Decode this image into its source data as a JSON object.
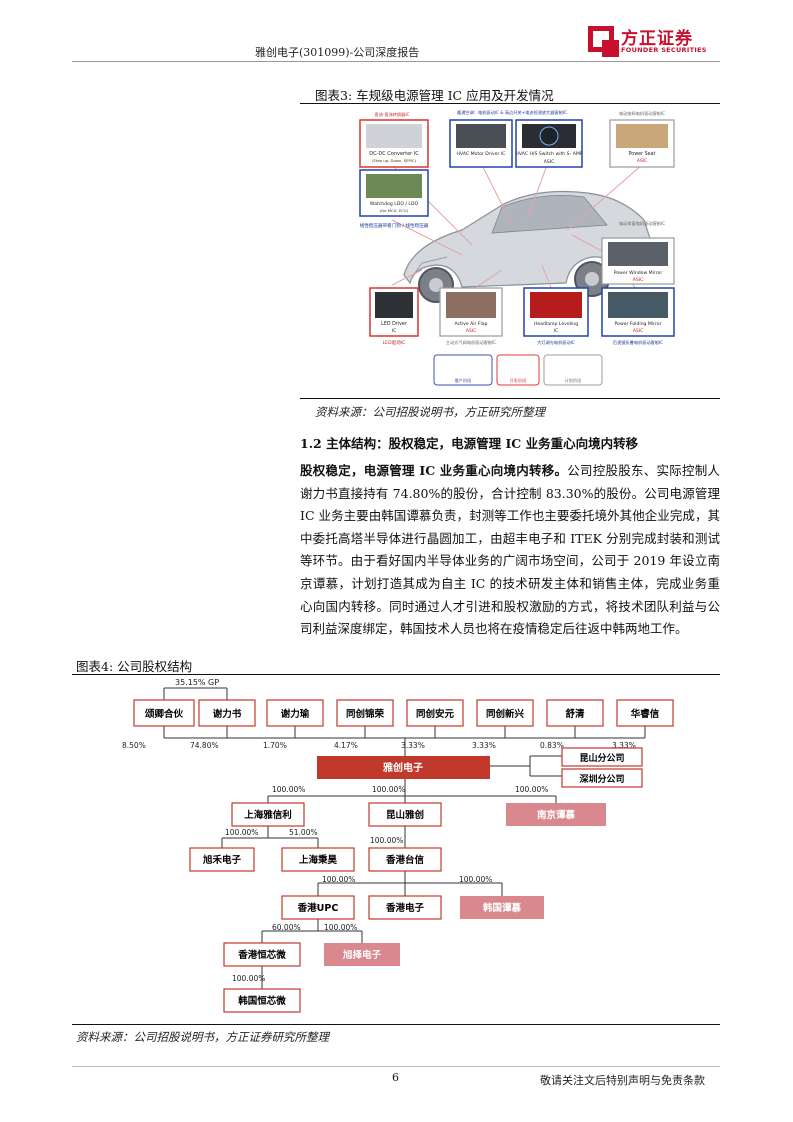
{
  "header": {
    "title": "雅创电子(301099)-公司深度报告",
    "logo_cn": "方正证券",
    "logo_en": "FOUNDER SECURITIES"
  },
  "figure3": {
    "caption": "图表3:   车规级电源管理 IC 应用及开发情况",
    "source": "资料来源：公司招股说明书，方正研究所整理",
    "callouts": [
      {
        "tag": "直流-直流转换器IC",
        "name": "DC-DC Converter IC",
        "sub": "(Step up, Down, SEPIC)"
      },
      {
        "tag": "暖通空调：电机驱动IC & 高边开关+电流检测放大器客制IC",
        "name": "HVAC Motor Driver IC",
        "sub": ""
      },
      {
        "tag": "",
        "name": "HVAC H/S Switch with S- AMP",
        "sub": "ASIC"
      },
      {
        "tag": "电动座椅电机驱动客制IC",
        "name": "Power Seat",
        "sub": "ASIC"
      },
      {
        "tag": "线性稳压器带看门狗 / 线性稳压器",
        "name": "Watchdog LDO / LDO",
        "sub": "(for MCU, ECU)"
      },
      {
        "tag": "电动车窗电机驱动客制IC",
        "name": "Power Window Mirror",
        "sub": "ASIC"
      },
      {
        "tag": "LED驱动IC",
        "name": "LED Driver",
        "sub": "IC"
      },
      {
        "tag": "主动式气阀电机驱动客制IC",
        "name": "Active Air Flap",
        "sub": "ASIC"
      },
      {
        "tag": "大灯调光电机驱动IC",
        "name": "Headlamp Leveling",
        "sub": "IC"
      },
      {
        "tag": "后视镜折叠电机驱动客制IC",
        "name": "Power Folding Mirror",
        "sub": "ASIC"
      }
    ],
    "legend": [
      "量产阶段",
      "开发阶段",
      "计划阶段"
    ]
  },
  "section": {
    "heading": "1.2 主体结构：股权稳定，电源管理 IC 业务重心向境内转移",
    "para_lead": "股权稳定，电源管理 IC 业务重心向境内转移。",
    "para_body": "公司控股股东、实际控制人谢力书直接持有 74.80%的股份，合计控制 83.30%的股份。公司电源管理 IC 业务主要由韩国谭慕负责，封测等工作也主要委托境外其他企业完成，其中委托高塔半导体进行晶圆加工，由超丰电子和 ITEK 分别完成封装和测试等环节。由于看好国内半导体业务的广阔市场空间，公司于 2019 年设立南京谭慕，计划打造其成为自主 IC 的技术研发主体和销售主体，完成业务重心向国内转移。同时通过人才引进和股权激励的方式，将技术团队利益与公司利益深度绑定，韩国技术人员也将在疫情稳定后往返中韩两地工作。"
  },
  "figure4": {
    "caption": "图表4:   公司股权结构",
    "source": "资料来源：公司招股说明书，方正证券研究所整理",
    "gp_label": "35.15% GP",
    "shareholders": [
      {
        "name": "颂卿合伙",
        "pct": "8.50%"
      },
      {
        "name": "谢力书",
        "pct": "74.80%"
      },
      {
        "name": "谢力瑜",
        "pct": "1.70%"
      },
      {
        "name": "同创锦荣",
        "pct": "4.17%"
      },
      {
        "name": "同创安元",
        "pct": "3.33%"
      },
      {
        "name": "同创新兴",
        "pct": "3.33%"
      },
      {
        "name": "舒清",
        "pct": "0.83%"
      },
      {
        "name": "华睿信",
        "pct": "3.33%"
      }
    ],
    "company": "雅创电子",
    "branches": [
      "昆山分公司",
      "深圳分公司"
    ],
    "subs_level1": [
      {
        "name": "上海雅信利",
        "pct": "100.00%"
      },
      {
        "name": "昆山雅创",
        "pct": "100.00%"
      },
      {
        "name": "南京谭慕",
        "pct": "100.00%"
      }
    ],
    "subs_shanghai": [
      {
        "name": "旭禾电子",
        "pct": "100.00%"
      },
      {
        "name": "上海秉昊",
        "pct": "51.00%"
      }
    ],
    "kunshan_child": {
      "name": "香港台信",
      "pct": "100.00%"
    },
    "hk_taixin_children": [
      {
        "name": "香港UPC",
        "pct": "100.00%"
      },
      {
        "name": "香港电子",
        "pct": ""
      },
      {
        "name": "韩国谭慕",
        "pct": "100.00%"
      }
    ],
    "upc_children": [
      {
        "name": "香港恒芯微",
        "pct": "60.00%"
      },
      {
        "name": "旭择电子",
        "pct": "100.00%"
      }
    ],
    "hk_hengxin_child": {
      "name": "韩国恒芯微",
      "pct": "100.00%"
    }
  },
  "footer": {
    "page": "6",
    "note": "敬请关注文后特别声明与免责条款"
  },
  "colors": {
    "brand_red": "#c8102e",
    "box_red": "#c0392b",
    "pink_box": "#d9888e"
  }
}
